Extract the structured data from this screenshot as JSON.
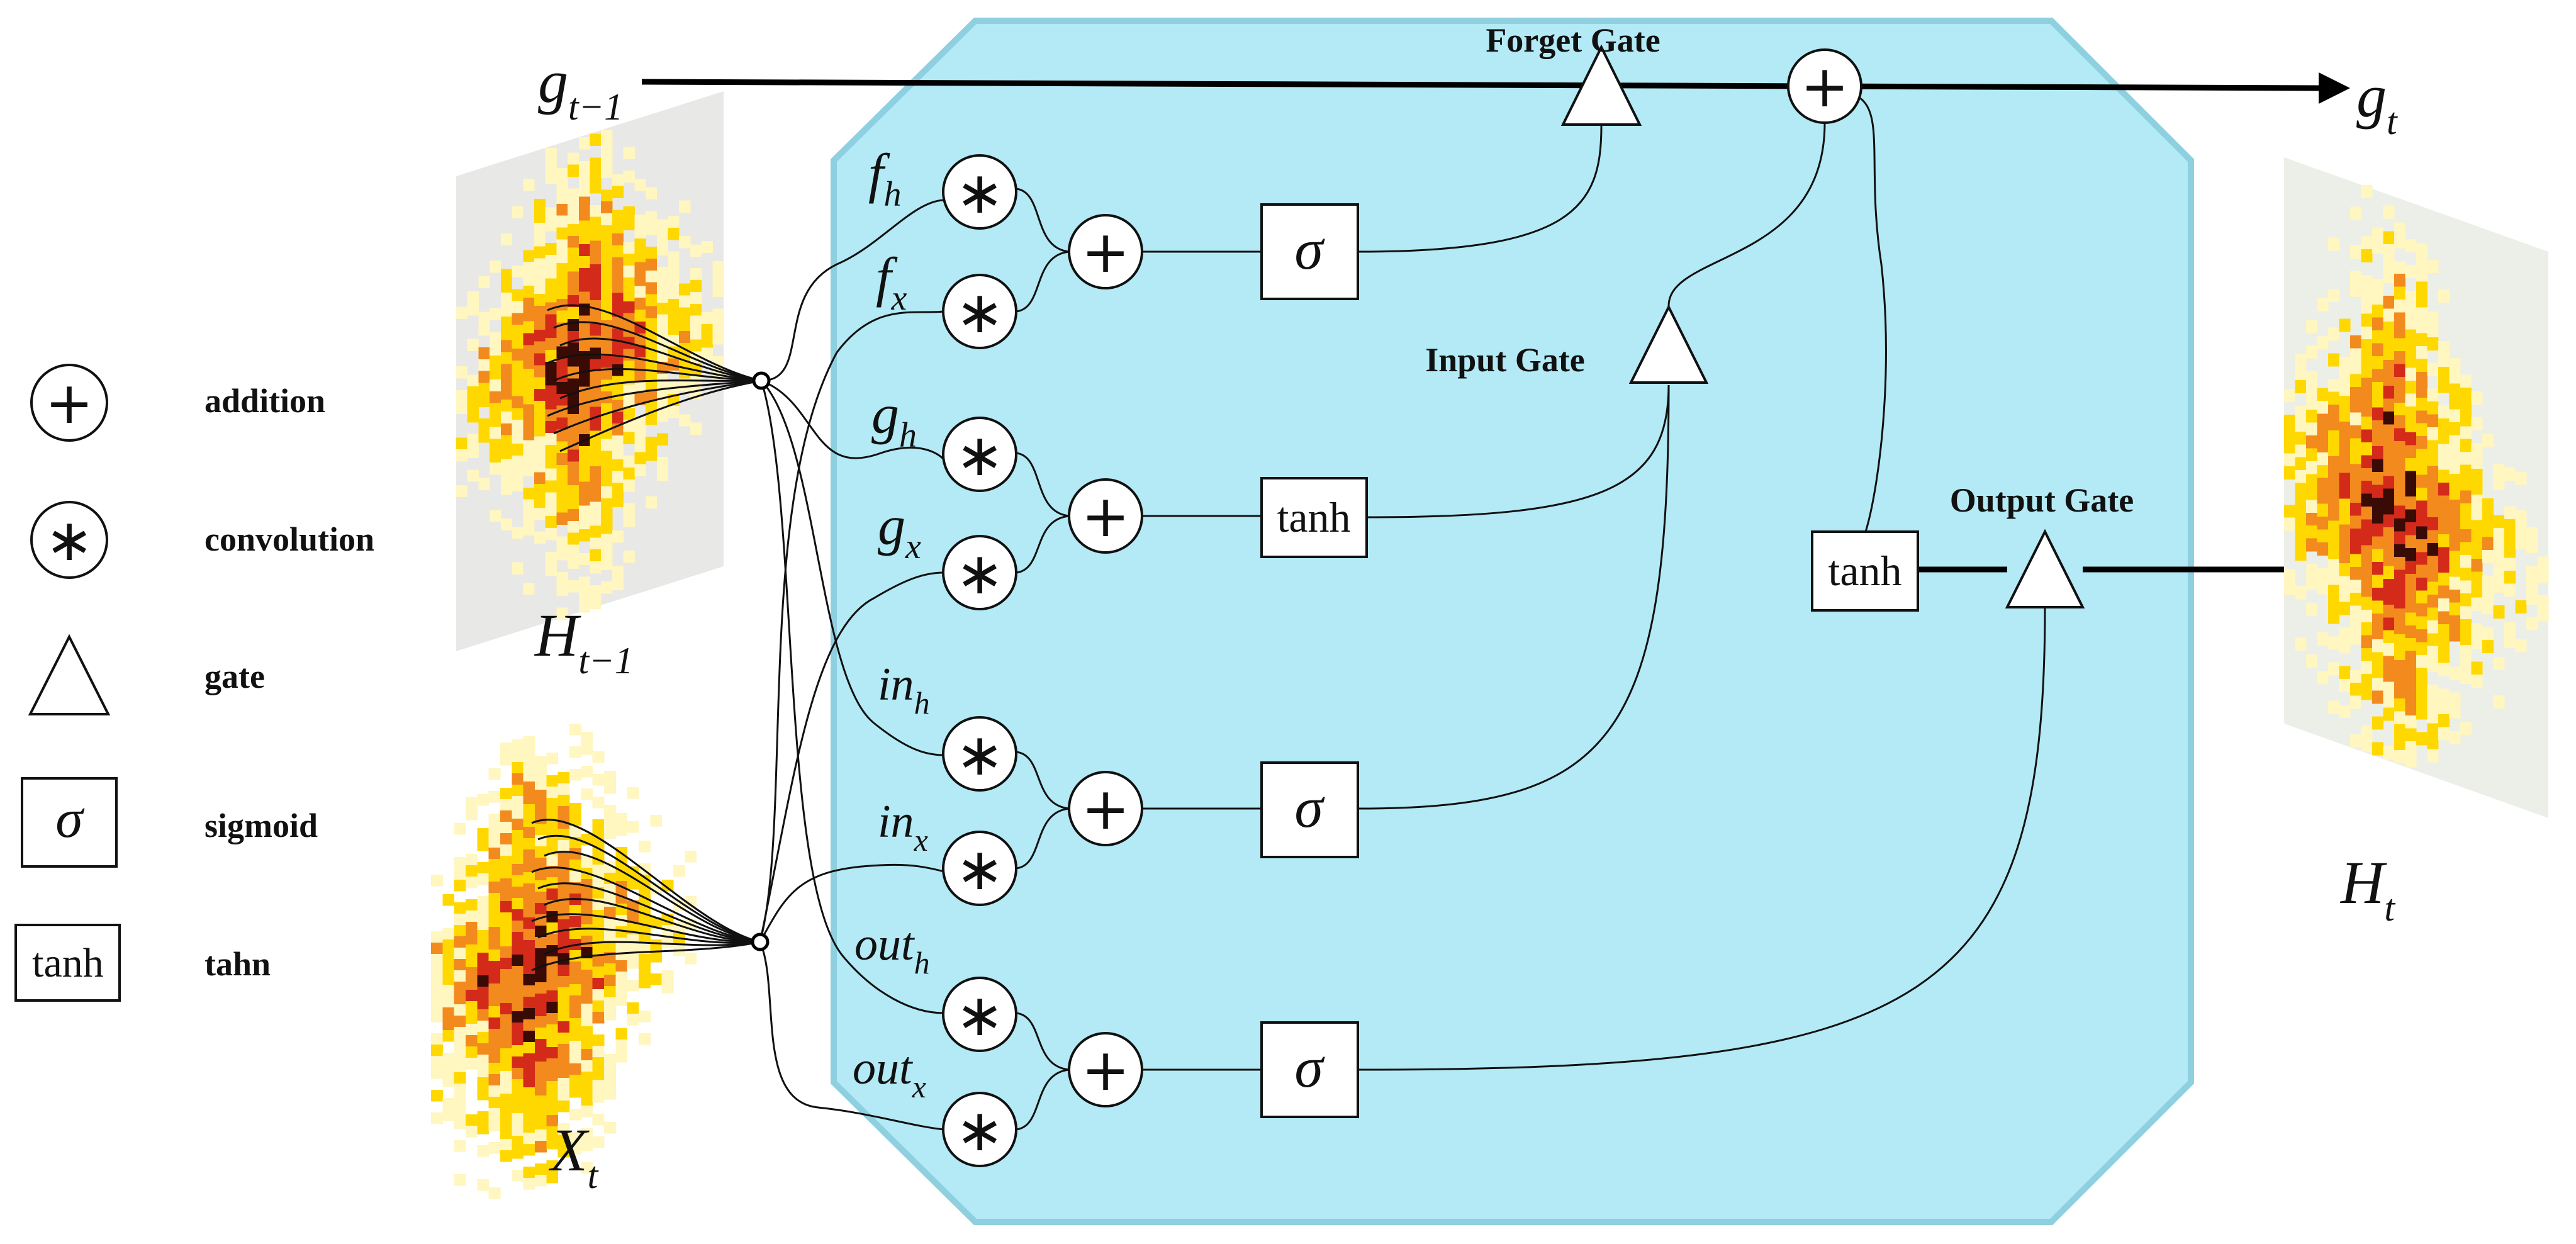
{
  "legend": {
    "items": [
      {
        "symbol": "+",
        "label": "addition",
        "icon": "addition-icon"
      },
      {
        "symbol": "∗",
        "label": "convolution",
        "icon": "convolution-icon"
      },
      {
        "symbol": "",
        "label": "gate",
        "icon": "gate-icon"
      },
      {
        "symbol": "σ",
        "label": "sigmoid",
        "icon": "sigmoid-icon"
      },
      {
        "symbol": "tanh",
        "label": "tahn",
        "icon": "tanh-icon"
      }
    ]
  },
  "gates": {
    "forget": "Forget Gate",
    "input": "Input Gate",
    "output": "Output Gate"
  },
  "inputs": {
    "g_prev": {
      "base": "g",
      "sub": "t−1"
    },
    "g_next": {
      "base": "g",
      "sub": "t"
    },
    "h_prev": {
      "base": "H",
      "sub": "t−1"
    },
    "x_t": {
      "base": "X",
      "sub": "t"
    },
    "h_t": {
      "base": "H",
      "sub": "t"
    }
  },
  "conv_labels": [
    {
      "base": "f",
      "sub": "h"
    },
    {
      "base": "f",
      "sub": "x"
    },
    {
      "base": "g",
      "sub": "h"
    },
    {
      "base": "g",
      "sub": "x"
    },
    {
      "base": "in",
      "sub": "h"
    },
    {
      "base": "in",
      "sub": "x"
    },
    {
      "base": "out",
      "sub": "h"
    },
    {
      "base": "out",
      "sub": "x"
    }
  ],
  "ops": {
    "add": "+",
    "conv": "∗",
    "sigma": "σ",
    "tanh": "tanh"
  },
  "colors": {
    "cell_fill": "#b3eaf5",
    "cell_stroke": "#8fd0e0",
    "heat_light": "#fff6c0",
    "heat_yellow": "#ffd800",
    "heat_orange": "#f28a1e",
    "heat_red": "#d42a1a",
    "heat_dark": "#3a0a05"
  }
}
